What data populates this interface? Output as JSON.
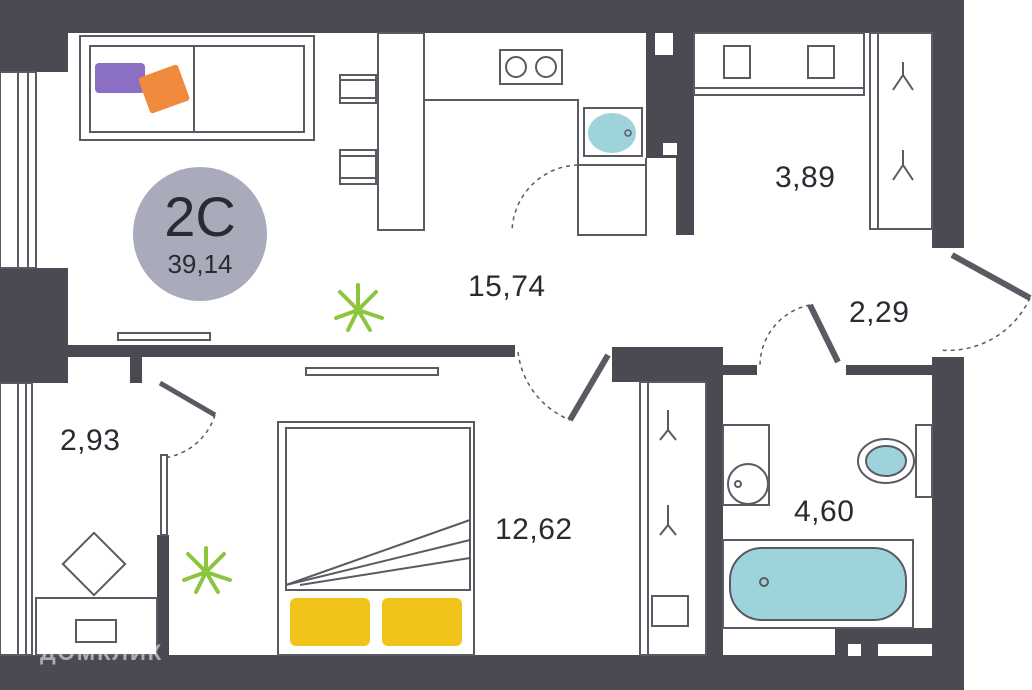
{
  "apartment": {
    "code": "2C",
    "total_area": "39,14"
  },
  "rooms": [
    {
      "id": "living-kitchen",
      "area": "15,74"
    },
    {
      "id": "wardrobe",
      "area": "3,89"
    },
    {
      "id": "hallway",
      "area": "2,29"
    },
    {
      "id": "balcony",
      "area": "2,93"
    },
    {
      "id": "bedroom",
      "area": "12,62"
    },
    {
      "id": "bathroom",
      "area": "4,60"
    }
  ],
  "watermark": "ДОМКЛИК",
  "colors": {
    "wall": "#4a4a52",
    "line": "#5a5a62",
    "badge": "#a9abbb",
    "text": "#2a2a33",
    "water": "#9fd3dc",
    "pillow_yellow": "#f0c419",
    "pillow_purple": "#8a6fc4",
    "pillow_orange": "#f08a3c",
    "plant": "#8cc63f"
  }
}
